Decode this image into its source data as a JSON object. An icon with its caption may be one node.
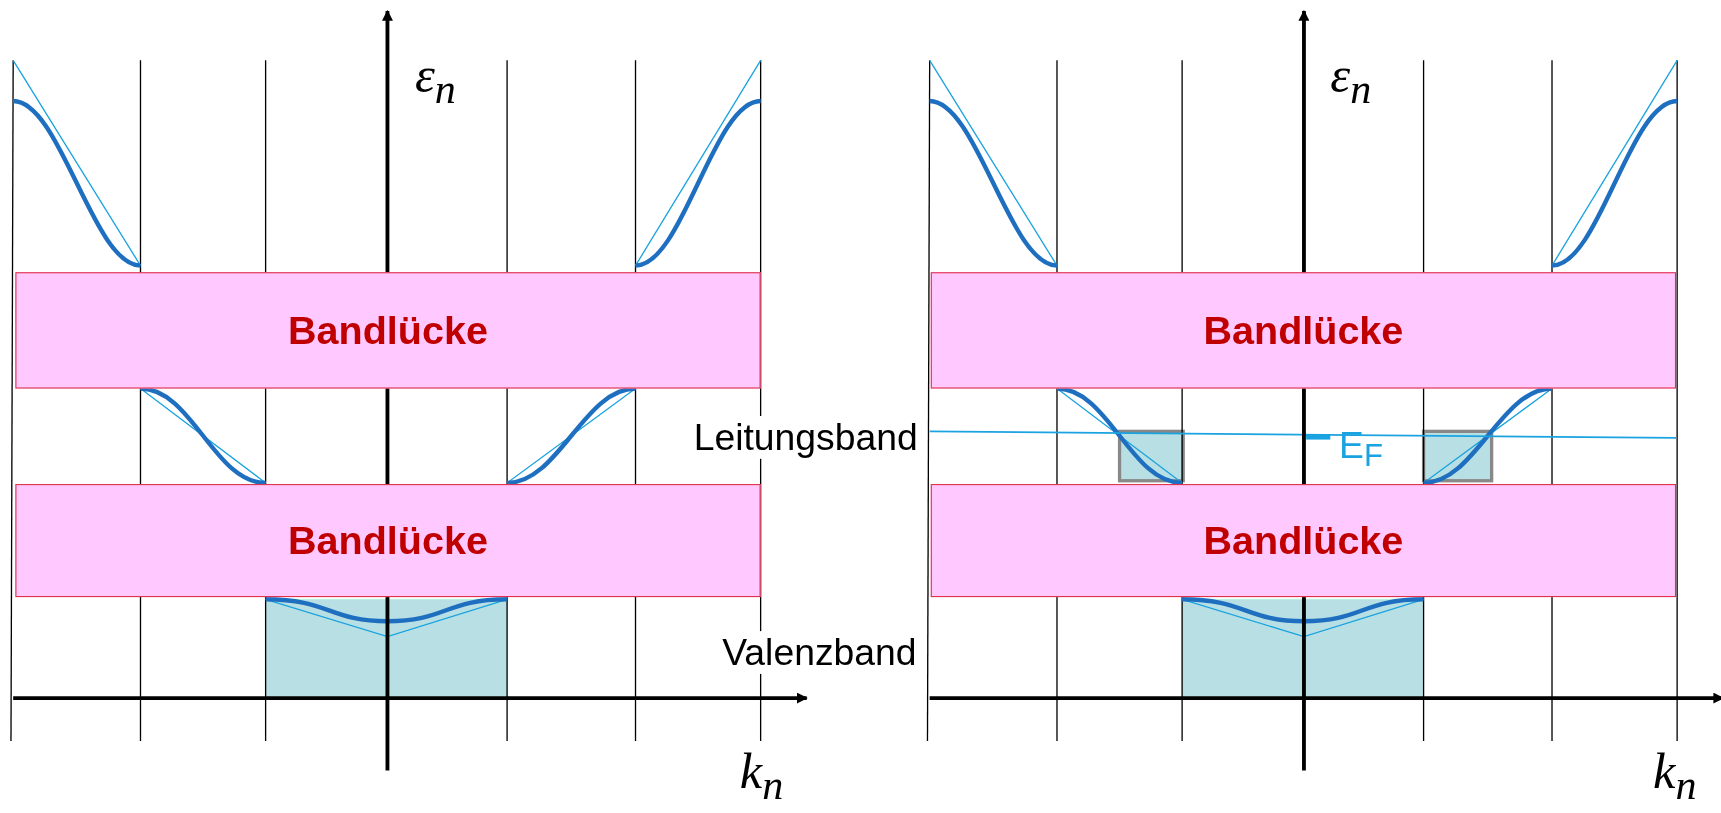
{
  "diagram": {
    "nodes": [
      {
        "text": [
          "Bandlücke"
        ]
      },
      {
        "text": [
          "Bandlücke"
        ]
      },
      {
        "text": [
          "Bandlücke"
        ]
      },
      {
        "text": [
          "Bandlücke"
        ]
      }
    ],
    "labels": [
      "ε$_{n}$",
      "ε$_{n}$",
      "Leitungsband",
      "E$_{F}$",
      "Valenzband",
      "k$_{n}$",
      "k$_{n}$"
    ]
  }
}
